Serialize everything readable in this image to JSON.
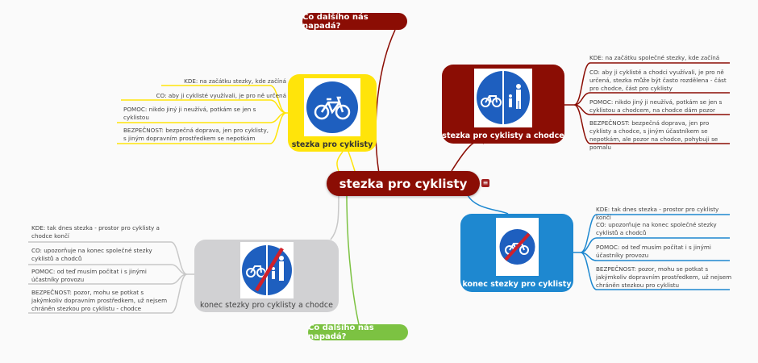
{
  "center": {
    "title": "stezka pro cyklisty",
    "menu_icon": "notes-icon"
  },
  "top_idea": {
    "label": "Co dalšího nás napadá?"
  },
  "bottom_idea": {
    "label": "Co dalšího nás napadá?"
  },
  "colors": {
    "red": "#8b0d04",
    "yellow": "#ffe40a",
    "blue": "#1e88d0",
    "gray": "#d1d1d3",
    "green": "#7cc242"
  },
  "branches": {
    "yellow": {
      "label": "stezka pro cyklisty",
      "leaves": [
        "KDE: na začátku stezky, kde začíná",
        "CO:  aby ji cyklisté využívali, je pro ně určená",
        "POMOC: nikdo jiný ji neužívá, potkám se jen s cyklistou",
        "BEZPEČNOST: bezpečná doprava, jen pro cyklisty, s jiným dopravním prostředkem se nepotkám"
      ]
    },
    "red": {
      "label": "stezka pro cyklisty a chodce",
      "leaves": [
        "KDE: na začátku společné stezky, kde začíná",
        "CO:  aby ji cyklisté a chodci využívali, je pro ně určená, stezka může být často rozdělena - část pro chodce, část pro cyklisty",
        "POMOC: nikdo jiný ji neužívá, potkám se jen s cyklistou a chodcem, na chodce dám pozor",
        "BEZPEČNOST: bezpečná doprava, jen pro cyklisty a chodce, s jiným účastníkem se nepotkám, ale pozor na chodce, pohybuji se pomalu"
      ]
    },
    "blue": {
      "label": "konec stezky pro cyklisty",
      "leaves": [
        "KDE: tak dnes stezka - prostor pro cyklisty končí",
        "CO: upozorňuje na konec společné stezky cyklistů a chodců",
        "POMOC: od teď musím počítat i s jinými účastníky provozu",
        "BEZPEČNOST: pozor, mohu se potkat s jakýmkoliv dopravním prostředkem, už nejsem chráněn stezkou pro cyklistu"
      ]
    },
    "gray": {
      "label": "konec stezky pro cyklisty a chodce",
      "leaves": [
        "KDE: tak dnes stezka - prostor pro cyklisty a chodce končí",
        "CO: upozorňuje na konec společné stezky cyklistů a chodců",
        "POMOC: od teď musím počítat i s jinými účastníky provozu",
        "BEZPEČNOST: pozor, mohu se potkat s jakýmkoliv dopravním prostředkem, už nejsem chráněn stezkou pro cyklistu - chodce"
      ]
    }
  }
}
